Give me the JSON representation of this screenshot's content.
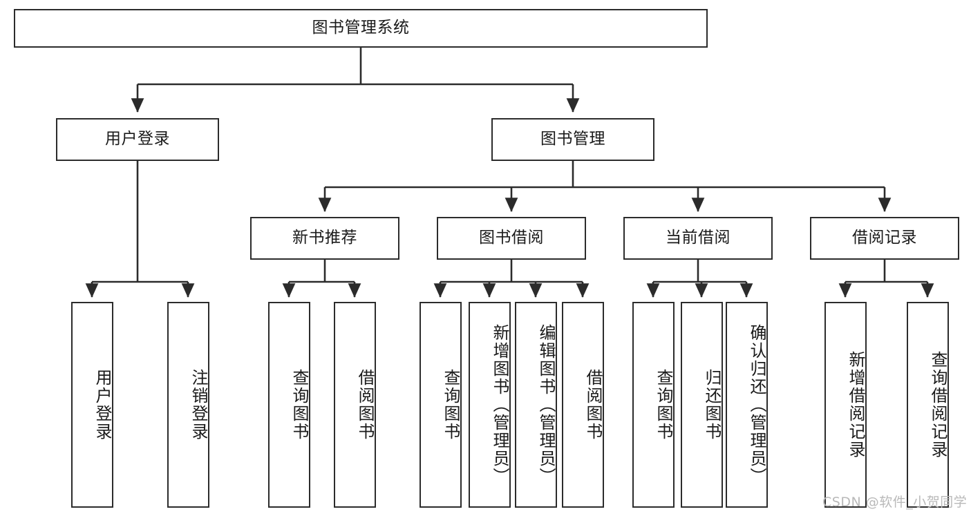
{
  "diagram": {
    "title": "图书管理系统",
    "type": "tree",
    "watermark": "CSDN @软件_小贺同学",
    "colors": {
      "box_border": "#2b2b2b",
      "box_fill": "#ffffff",
      "connector": "#2b2b2b",
      "text": "#1a1a1a",
      "watermark": "#b9b9b9"
    },
    "levels": {
      "root": {
        "label": "图书管理系统"
      },
      "level2": [
        {
          "label": "用户登录"
        },
        {
          "label": "图书管理"
        }
      ],
      "level3": [
        {
          "label": "新书推荐"
        },
        {
          "label": "图书借阅"
        },
        {
          "label": "当前借阅"
        },
        {
          "label": "借阅记录"
        }
      ],
      "leaves": [
        {
          "label": "用户登录",
          "parent": "用户登录"
        },
        {
          "label": "注销登录",
          "parent": "用户登录"
        },
        {
          "label": "查询图书",
          "parent": "新书推荐"
        },
        {
          "label": "借阅图书",
          "parent": "新书推荐"
        },
        {
          "label": "查询图书",
          "parent": "图书借阅"
        },
        {
          "label": "新增图书（管理员）",
          "parent": "图书借阅"
        },
        {
          "label": "编辑图书（管理员）",
          "parent": "图书借阅"
        },
        {
          "label": "借阅图书",
          "parent": "图书借阅"
        },
        {
          "label": "查询图书",
          "parent": "当前借阅"
        },
        {
          "label": "归还图书",
          "parent": "当前借阅"
        },
        {
          "label": "确认归还（管理员）",
          "parent": "当前借阅"
        },
        {
          "label": "新增借阅记录",
          "parent": "借阅记录"
        },
        {
          "label": "查询借阅记录",
          "parent": "借阅记录"
        }
      ]
    }
  }
}
